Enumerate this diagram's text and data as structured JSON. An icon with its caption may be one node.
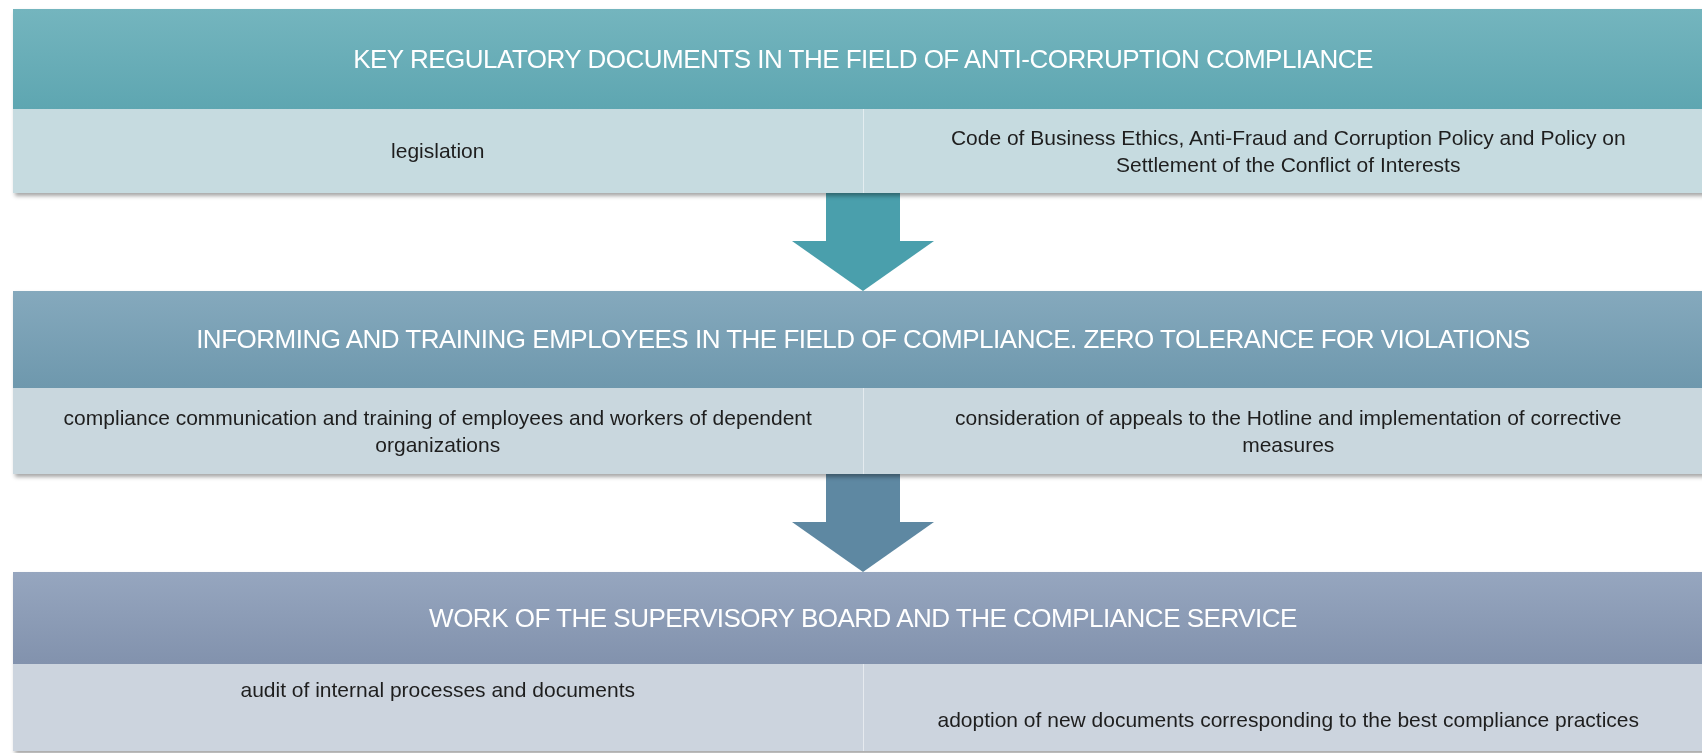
{
  "diagram": {
    "nodes": [
      {
        "text": [
          "KEY REGULATORY DOCUMENTS IN THE FIELD OF ANTI-CORRUPTION COMPLIANCE"
        ]
      },
      {
        "text": [
          "legislation"
        ],
        "in": 0
      },
      {
        "text": [
          "Code of Business Ethics, Anti-Fraud and Corruption Policy and Policy on Settlement of the Conflict of Interests"
        ],
        "in": 0
      },
      {
        "text": [
          "INFORMING AND TRAINING EMPLOYEES IN THE FIELD OF COMPLIANCE. ZERO TOLERANCE FOR VIOLATIONS"
        ]
      },
      {
        "text": [
          "compliance communication and training of employees and workers of dependent organizations"
        ],
        "in": 3
      },
      {
        "text": [
          "consideration of appeals to the Hotline and implementation of corrective measures"
        ],
        "in": 3
      },
      {
        "text": [
          "WORK OF THE SUPERVISORY BOARD AND THE COMPLIANCE SERVICE"
        ]
      },
      {
        "text": [
          "audit of internal processes and documents"
        ],
        "in": 6
      },
      {
        "text": [
          "adoption of new documents corresponding to the best compliance practices"
        ],
        "in": 6
      }
    ],
    "edges": [
      {
        "from": 0,
        "to": 3,
        "arrow": "to",
        "color": "#4a9fac"
      },
      {
        "from": 3,
        "to": 6,
        "arrow": "to",
        "color": "#5e88a2"
      }
    ]
  }
}
